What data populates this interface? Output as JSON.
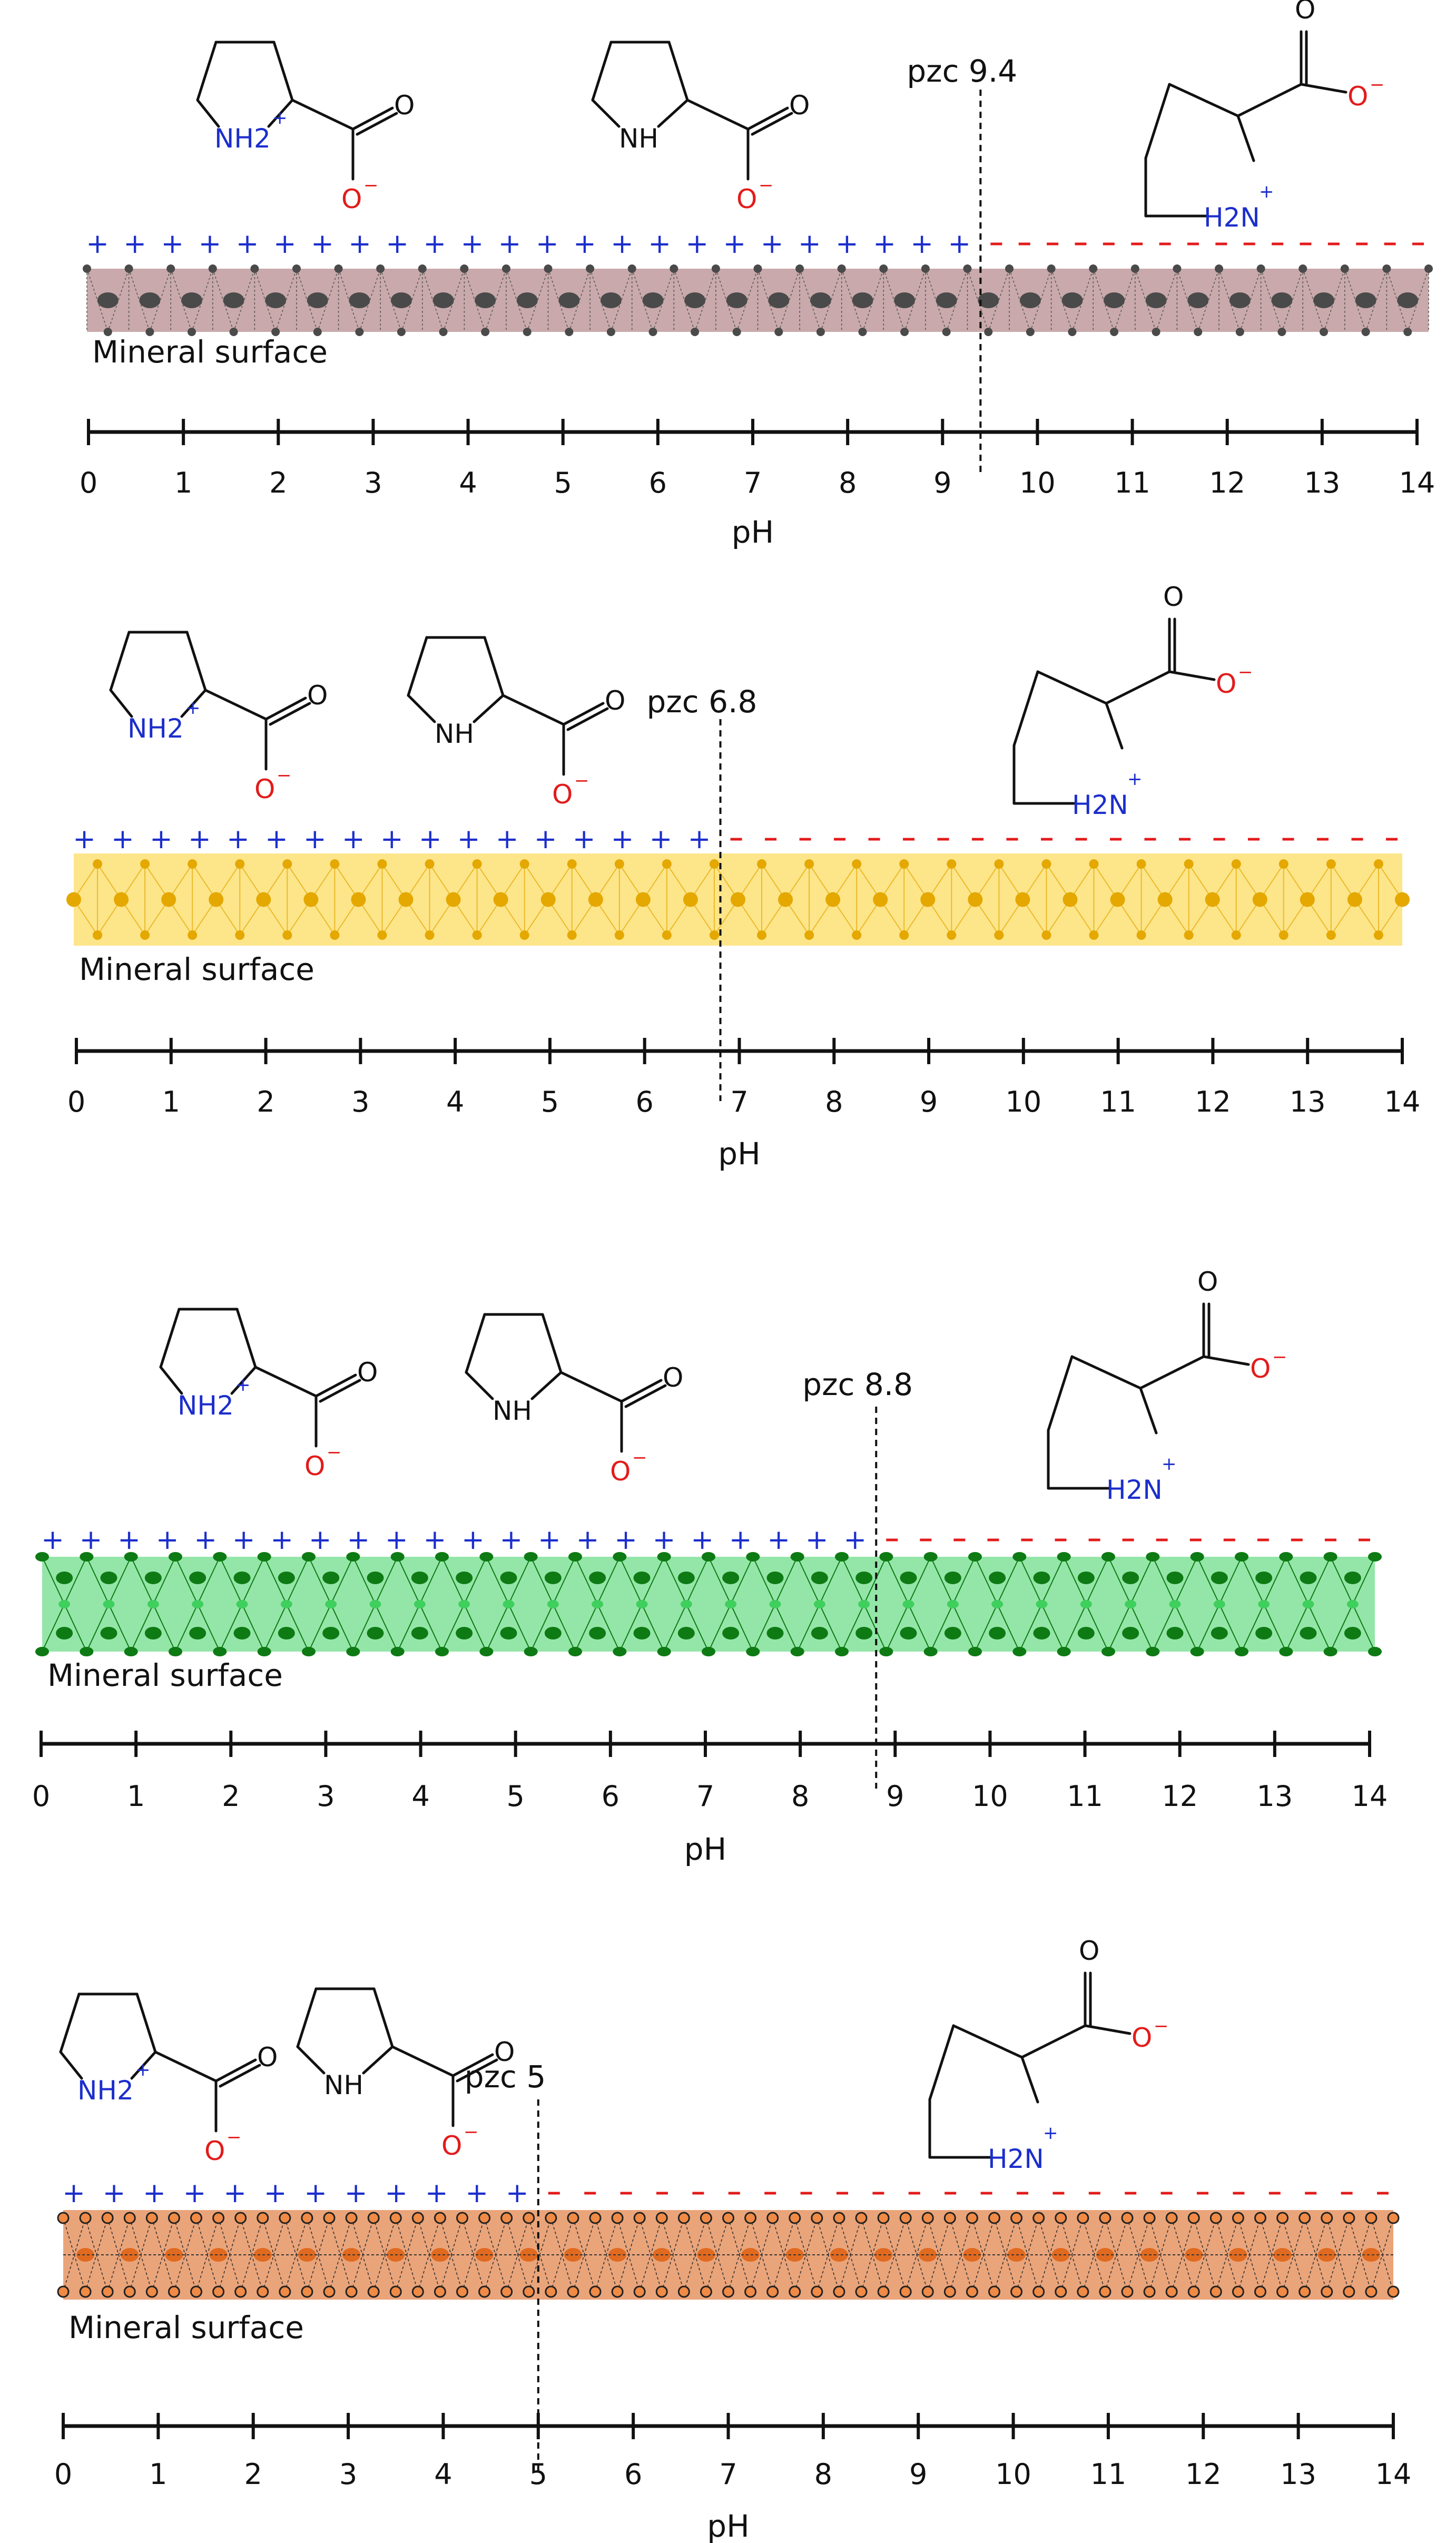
{
  "colors": {
    "plus": "#1c2ecc",
    "minus": "#e31b1b",
    "bond": "#111111",
    "axis": "#111111"
  },
  "molecules": {
    "protonated_amine": "NH2",
    "neutral_amine": "NH",
    "deprotonated_amine_h2n": "H2N",
    "oxygen": "O",
    "plus_charge": "+",
    "minus_charge": "−"
  },
  "common": {
    "surface_label": "Mineral surface",
    "axis_label": "pH",
    "ph_ticks": [
      "0",
      "1",
      "2",
      "3",
      "4",
      "5",
      "6",
      "7",
      "8",
      "9",
      "10",
      "11",
      "12",
      "13",
      "14"
    ]
  },
  "panels": [
    {
      "id": "panel-1",
      "pzc_label": "pzc 9.4",
      "pzc_value": 9.4,
      "surface_fill": "#c9a9ab",
      "node_color": "#4a4a4a",
      "plus_count": 24,
      "minus_count": 16
    },
    {
      "id": "panel-2",
      "pzc_label": "pzc 6.8",
      "pzc_value": 6.8,
      "surface_fill": "#fde58a",
      "node_color": "#e4a800",
      "plus_count": 17,
      "minus_count": 20
    },
    {
      "id": "panel-3",
      "pzc_label": "pzc 8.8",
      "pzc_value": 8.8,
      "surface_fill": "#94e6a8",
      "node_color": "#0e7a14",
      "plus_count": 22,
      "minus_count": 15
    },
    {
      "id": "panel-4",
      "pzc_label": "pzc 5",
      "pzc_value": 5,
      "surface_fill": "#eaa47a",
      "node_color": "#e06a20",
      "plus_count": 12,
      "minus_count": 24
    }
  ]
}
